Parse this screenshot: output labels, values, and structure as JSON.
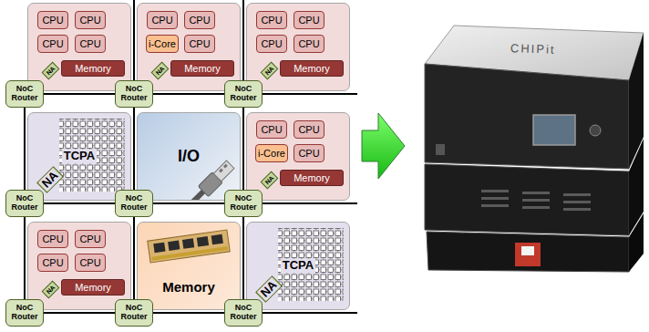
{
  "diagram": {
    "nodes": [
      {
        "text": []
      },
      {
        "text": [
          "CPU"
        ],
        "in": 0
      },
      {
        "text": [
          "CPU"
        ],
        "in": 0
      },
      {
        "text": [
          "CPU"
        ],
        "in": 0
      },
      {
        "text": [
          "CPU"
        ],
        "in": 0
      },
      {
        "text": [
          "Memory"
        ],
        "in": 0
      },
      {
        "text": [
          "NA"
        ],
        "in": 0
      },
      {
        "text": []
      },
      {
        "text": [
          "CPU"
        ],
        "in": 7
      },
      {
        "text": [
          "CPU"
        ],
        "in": 7
      },
      {
        "text": [
          "i-Core"
        ],
        "in": 7
      },
      {
        "text": [
          "CPU"
        ],
        "in": 7
      },
      {
        "text": [
          "Memory"
        ],
        "in": 7
      },
      {
        "text": [
          "NA"
        ],
        "in": 7
      },
      {
        "text": []
      },
      {
        "text": [
          "CPU"
        ],
        "in": 14
      },
      {
        "text": [
          "CPU"
        ],
        "in": 14
      },
      {
        "text": [
          "CPU"
        ],
        "in": 14
      },
      {
        "text": [
          "CPU"
        ],
        "in": 14
      },
      {
        "text": [
          "Memory"
        ],
        "in": 14
      },
      {
        "text": [
          "NA"
        ],
        "in": 14
      },
      {
        "text": [
          "NoC Router"
        ]
      },
      {
        "text": [
          "NoC Router"
        ]
      },
      {
        "text": [
          "NoC Router"
        ]
      },
      {
        "text": [
          "TCPA"
        ]
      },
      {
        "text": [
          "NA"
        ],
        "in": 24
      },
      {
        "text": [
          "I/O"
        ]
      },
      {
        "text": []
      },
      {
        "text": [
          "CPU"
        ],
        "in": 27
      },
      {
        "text": [
          "CPU"
        ],
        "in": 27
      },
      {
        "text": [
          "i-Core"
        ],
        "in": 27
      },
      {
        "text": [
          "CPU"
        ],
        "in": 27
      },
      {
        "text": [
          "Memory"
        ],
        "in": 27
      },
      {
        "text": [
          "NA"
        ],
        "in": 27
      },
      {
        "text": [
          "NoC Router"
        ]
      },
      {
        "text": [
          "NoC Router"
        ]
      },
      {
        "text": [
          "NoC Router"
        ]
      },
      {
        "text": []
      },
      {
        "text": [
          "CPU"
        ],
        "in": 37
      },
      {
        "text": [
          "CPU"
        ],
        "in": 37
      },
      {
        "text": [
          "CPU"
        ],
        "in": 37
      },
      {
        "text": [
          "CPU"
        ],
        "in": 37
      },
      {
        "text": [
          "Memory"
        ],
        "in": 37
      },
      {
        "text": [
          "NA"
        ],
        "in": 37
      },
      {
        "text": [
          "Memory"
        ]
      },
      {
        "text": [
          "TCPA"
        ]
      },
      {
        "text": [
          "NA"
        ],
        "in": 45
      },
      {
        "text": [
          "NoC Router"
        ]
      },
      {
        "text": [
          "NoC Router"
        ]
      },
      {
        "text": [
          "NoC Router"
        ]
      }
    ],
    "edges": [
      {
        "from": 21,
        "to": 22,
        "arrow": "none"
      },
      {
        "from": 22,
        "to": 23,
        "arrow": "none"
      },
      {
        "from": 34,
        "to": 35,
        "arrow": "none"
      },
      {
        "from": 35,
        "to": 36,
        "arrow": "none"
      },
      {
        "from": 47,
        "to": 48,
        "arrow": "none"
      },
      {
        "from": 48,
        "to": 49,
        "arrow": "none"
      },
      {
        "from": 21,
        "to": 34,
        "arrow": "none"
      },
      {
        "from": 34,
        "to": 47,
        "arrow": "none"
      },
      {
        "from": 22,
        "to": 35,
        "arrow": "none"
      },
      {
        "from": 35,
        "to": 48,
        "arrow": "none"
      },
      {
        "from": 23,
        "to": 36,
        "arrow": "none"
      },
      {
        "from": 36,
        "to": 49,
        "arrow": "none"
      }
    ],
    "labels": [
      "CHIPit"
    ]
  }
}
